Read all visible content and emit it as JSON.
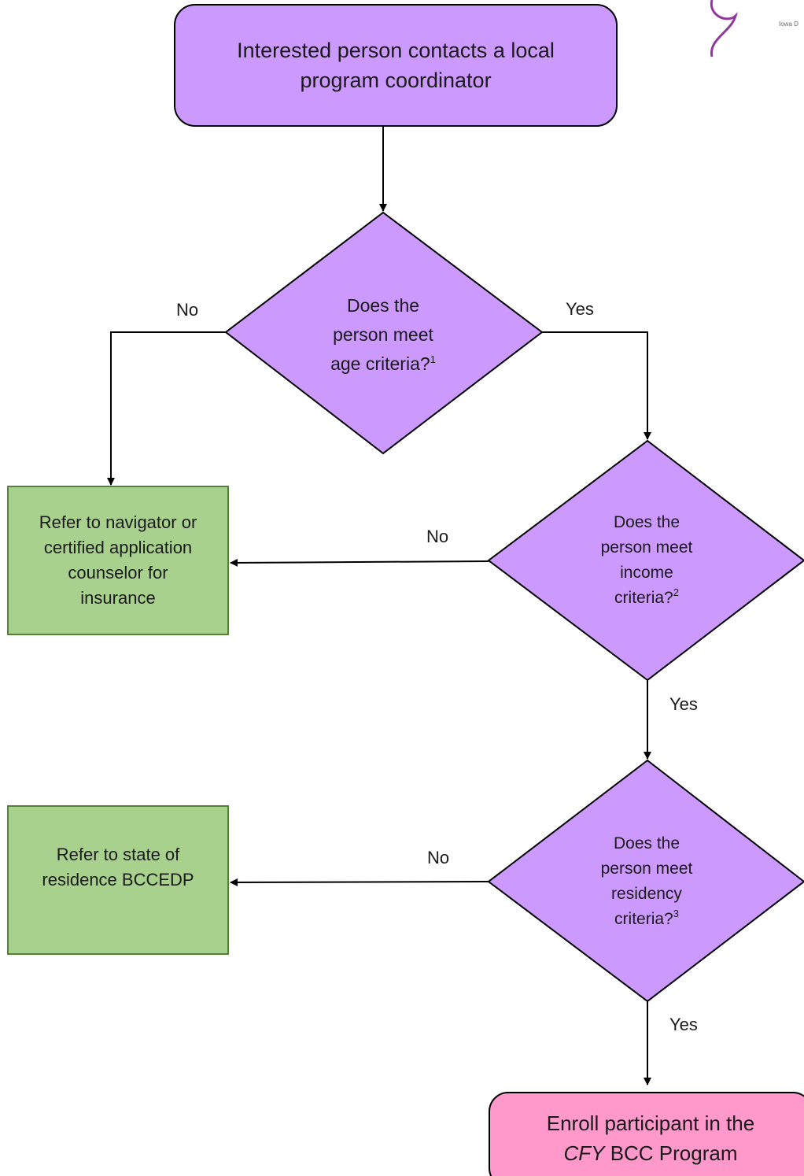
{
  "start": {
    "line1": "Interested person contacts a local",
    "line2": "program coordinator"
  },
  "decision_age": {
    "line1": "Does the",
    "line2": "person meet",
    "line3": "age criteria?",
    "footnote": "1"
  },
  "decision_income": {
    "line1": "Does the",
    "line2": "person meet",
    "line3": "income",
    "line4": "criteria?",
    "footnote": "2"
  },
  "decision_residency": {
    "line1": "Does the",
    "line2": "person meet",
    "line3": "residency",
    "line4": "criteria?",
    "footnote": "3"
  },
  "refer_navigator": {
    "line1": "Refer to navigator or",
    "line2": "certified application",
    "line3": "counselor for",
    "line4": "insurance"
  },
  "refer_state": {
    "line1": "Refer to state of",
    "line2": "residence BCCEDP"
  },
  "enroll": {
    "line1": "Enroll participant in the",
    "line2_italic": "CFY",
    "line2_rest": " BCC Program"
  },
  "edge_labels": {
    "age_no": "No",
    "age_yes": "Yes",
    "income_no": "No",
    "income_yes": "Yes",
    "residency_no": "No",
    "residency_yes": "Yes"
  },
  "logo": {
    "partial_text": "Iowa D"
  },
  "colors": {
    "purple": "#cc99ff",
    "green": "#a9d18e",
    "pink": "#ff99cc",
    "stroke": "#000000",
    "green_stroke": "#538135"
  }
}
